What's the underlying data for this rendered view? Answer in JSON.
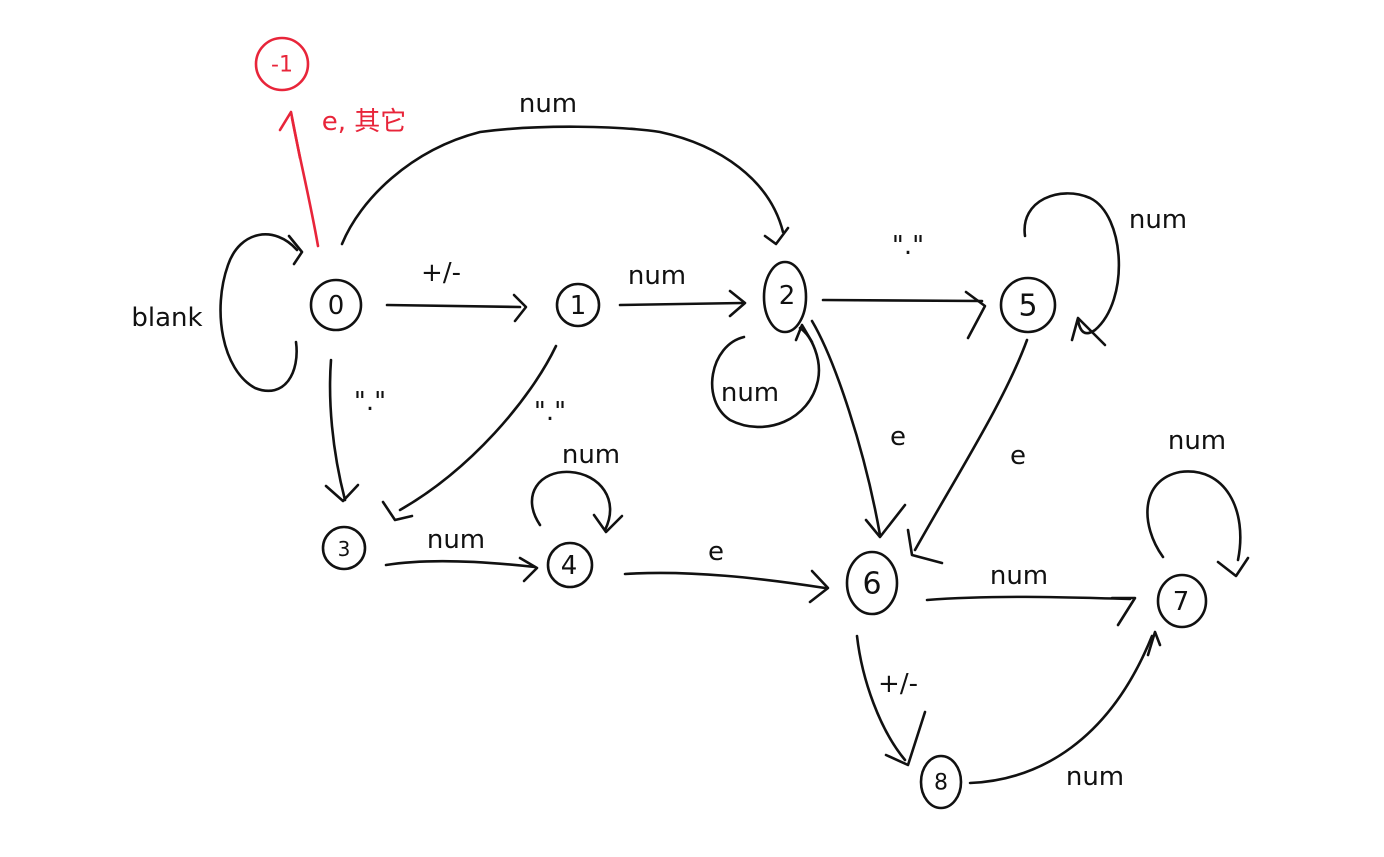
{
  "colors": {
    "ink": "#111111",
    "error_accent": "#e8253a",
    "background": "#ffffff"
  },
  "nodes": [
    {
      "id": "n0",
      "label": "0"
    },
    {
      "id": "n1",
      "label": "1"
    },
    {
      "id": "n2",
      "label": "2"
    },
    {
      "id": "n3",
      "label": "3"
    },
    {
      "id": "n4",
      "label": "4"
    },
    {
      "id": "n5",
      "label": "5"
    },
    {
      "id": "n6",
      "label": "6"
    },
    {
      "id": "n7",
      "label": "7"
    },
    {
      "id": "n8",
      "label": "8"
    },
    {
      "id": "nerr",
      "label": "-1"
    }
  ],
  "edges": [
    {
      "id": "e-0-0",
      "from": "0",
      "to": "0",
      "label": "blank"
    },
    {
      "id": "e-0-1",
      "from": "0",
      "to": "1",
      "label": "+/-"
    },
    {
      "id": "e-0-2",
      "from": "0",
      "to": "2",
      "label": "num"
    },
    {
      "id": "e-0-3",
      "from": "0",
      "to": "3",
      "label": "\".\""
    },
    {
      "id": "e-0-err",
      "from": "0",
      "to": "-1",
      "label": "e, 其它"
    },
    {
      "id": "e-1-2",
      "from": "1",
      "to": "2",
      "label": "num"
    },
    {
      "id": "e-1-3",
      "from": "1",
      "to": "3",
      "label": "\".\""
    },
    {
      "id": "e-2-2",
      "from": "2",
      "to": "2",
      "label": "num"
    },
    {
      "id": "e-2-5",
      "from": "2",
      "to": "5",
      "label": "\".\""
    },
    {
      "id": "e-2-6",
      "from": "2",
      "to": "6",
      "label": "e"
    },
    {
      "id": "e-3-4",
      "from": "3",
      "to": "4",
      "label": "num"
    },
    {
      "id": "e-4-4",
      "from": "4",
      "to": "4",
      "label": "num"
    },
    {
      "id": "e-4-6",
      "from": "4",
      "to": "6",
      "label": "e"
    },
    {
      "id": "e-5-5",
      "from": "5",
      "to": "5",
      "label": "num"
    },
    {
      "id": "e-5-6",
      "from": "5",
      "to": "6",
      "label": "e"
    },
    {
      "id": "e-6-7",
      "from": "6",
      "to": "7",
      "label": "num"
    },
    {
      "id": "e-6-8",
      "from": "6",
      "to": "8",
      "label": "+/-"
    },
    {
      "id": "e-7-7",
      "from": "7",
      "to": "7",
      "label": "num"
    },
    {
      "id": "e-8-7",
      "from": "8",
      "to": "7",
      "label": "num"
    }
  ]
}
